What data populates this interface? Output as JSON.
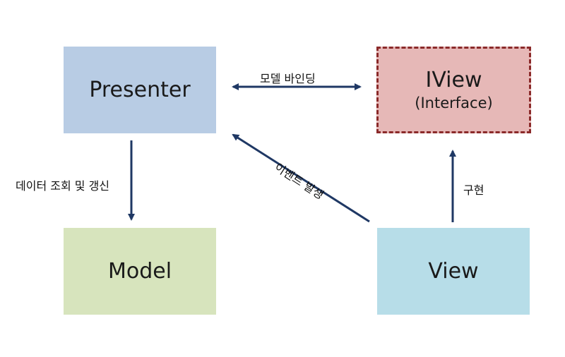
{
  "colors": {
    "presenter_fill": "#b8cce4",
    "iview_fill": "#e6b8b7",
    "iview_border": "#8b2a2a",
    "model_fill": "#d7e4bd",
    "view_fill": "#b7dde8",
    "arrow": "#1f3864"
  },
  "nodes": {
    "presenter": {
      "title": "Presenter"
    },
    "iview": {
      "title": "IView",
      "subtitle": "(Interface)"
    },
    "model": {
      "title": "Model"
    },
    "view": {
      "title": "View"
    }
  },
  "edges": {
    "binding": {
      "label": "모델 바인딩"
    },
    "crud": {
      "label": "데이터 조회 및 갱신"
    },
    "event": {
      "label": "이벤트 발생"
    },
    "implement": {
      "label": "구현"
    }
  }
}
